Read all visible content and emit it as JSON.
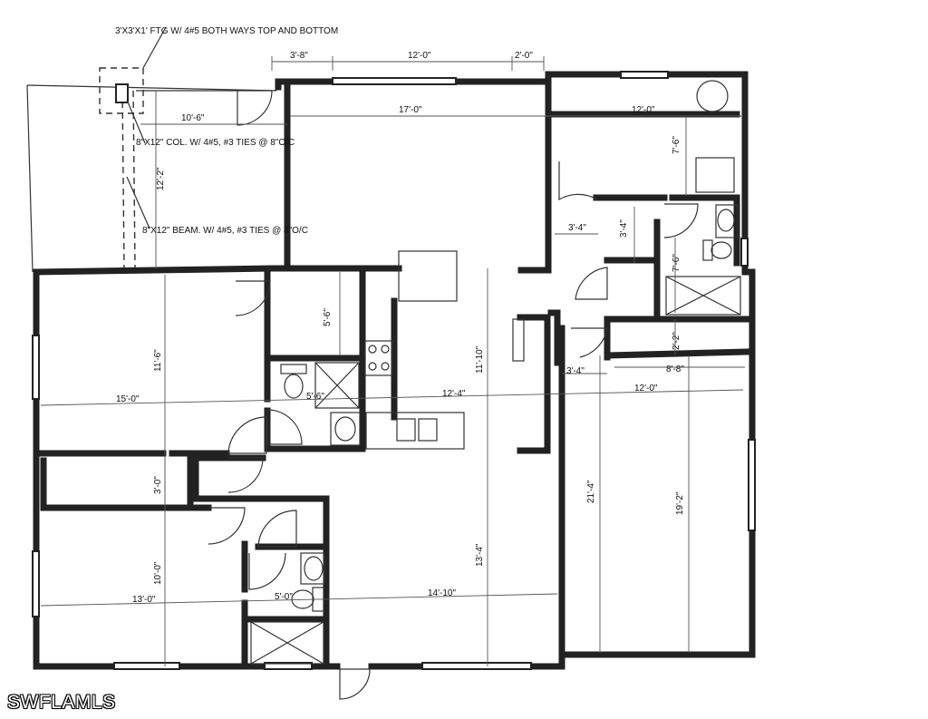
{
  "notes": {
    "footing": "3'X3'X1' FTG W/ 4#5 BOTH WAYS TOP AND BOTTOM",
    "column": "8\"X12\" COL. W/ 4#5, #3 TIES @ 8\"O/C",
    "beam": "8\"X12\" BEAM. W/ 4#5, #3 TIES @ 4\"O/C"
  },
  "dimensions": {
    "top_left": "3'-8\"",
    "top_mid": "12'-0\"",
    "top_right": "2'-0\"",
    "lanai_width": "10'-6\"",
    "lanai_depth": "12'-2\"",
    "living_width": "17'-0\"",
    "bed_ne_width": "12'-0\"",
    "bed_ne_depth": "7'-6\"",
    "hall_ne_w": "3'-4\"",
    "hall_ne_d": "3'-4\"",
    "bath_ne_d": "7'-6\"",
    "bed1_depth": "11'-6\"",
    "bed1_width": "15'-0\"",
    "closet_depth": "5'-6\"",
    "bath1_width": "5'-6\"",
    "kitchen_width": "12'-4\"",
    "kitchen_depth": "11'-10\"",
    "garage_hall_w": "3'-4\"",
    "garage_strip_d": "2'-2\"",
    "garage_strip_w": "8'-8\"",
    "garage_width": "12'-0\"",
    "garage_depth": "21'-4\"",
    "garage_inner_depth": "19'-2\"",
    "closet2_depth": "3'-0\"",
    "bed2_depth": "10'-0\"",
    "bed2_width": "13'-0\"",
    "bath2_width": "5'-0\"",
    "family_depth": "13'-4\"",
    "family_width": "14'-10\""
  },
  "watermark": "SWFLAMLS"
}
